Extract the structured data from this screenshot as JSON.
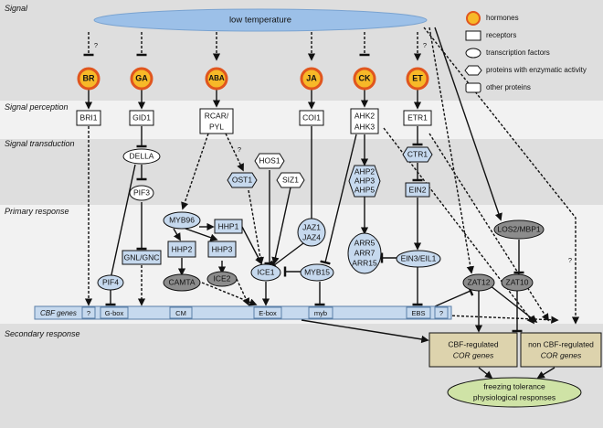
{
  "bands": {
    "signal": "Signal",
    "perception": "Signal perception",
    "transduction": "Signal transduction",
    "primary": "Primary response",
    "secondary": "Secondary response"
  },
  "low_temperature": "low temperature",
  "hormones": [
    "BR",
    "GA",
    "ABA",
    "JA",
    "CK",
    "ET"
  ],
  "unknown_mark": "?",
  "receptors": {
    "bri1": "BRI1",
    "gid1": "GID1",
    "rcar1": "RCAR/",
    "rcar2": "PYL",
    "coi1": "COI1",
    "ahk1": "AHK2",
    "ahk2": "AHK3",
    "etr1": "ETR1"
  },
  "nodes": {
    "della": "DELLA",
    "pif3": "PIF3",
    "hos1": "HOS1",
    "ost1": "OST1",
    "siz1": "SIZ1",
    "ctr1": "CTR1",
    "ein2": "EIN2",
    "ahp1": "AHP2",
    "ahp2": "AHP3",
    "ahp3": "AHP5",
    "myb96": "MYB96",
    "hhp1": "HHP1",
    "hhp2": "HHP2",
    "hhp3": "HHP3",
    "jaz1": "JAZ1",
    "jaz2": "JAZ4",
    "gnl": "GNL/GNC",
    "ice1": "ICE1",
    "myb15": "MYB15",
    "arr1": "ARR5",
    "arr2": "ARR7",
    "arr3": "ARR15",
    "ein3": "EIN3/EIL1",
    "los2": "LOS2/MBP1",
    "zat12": "ZAT12",
    "zat10": "ZAT10",
    "pif4": "PIF4",
    "camta": "CAMTA",
    "ice2": "ICE2"
  },
  "cbf": {
    "label": "CBF genes",
    "q1": "?",
    "gbox": "G-box",
    "cm": "CM",
    "ebox": "E-box",
    "myb": "myb",
    "ebs": "EBS",
    "q2": "?"
  },
  "outputs": {
    "cbf_cor_1": "CBF-regulated",
    "cbf_cor_2": "COR genes",
    "non_cbf_1": "non CBF-regulated",
    "non_cbf_2": "COR genes",
    "freeze1": "freezing tolerance",
    "freeze2": "physiological responses"
  },
  "legend": {
    "hormones": "hormones",
    "receptors": "receptors",
    "tf": "transcription factors",
    "enzymes": "proteins with enzymatic activity",
    "other": "other proteins"
  },
  "colors": {
    "band_grey": "#dedede",
    "band_light": "#f2f2f2",
    "hormone_fill": "#f7b928",
    "hormone_ring": "#e0561e",
    "blue_fill": "#c6d9ee",
    "grey_fill": "#8c8c8c",
    "tan_fill": "#ddd3ad",
    "green_fill": "#cfe3a6"
  }
}
